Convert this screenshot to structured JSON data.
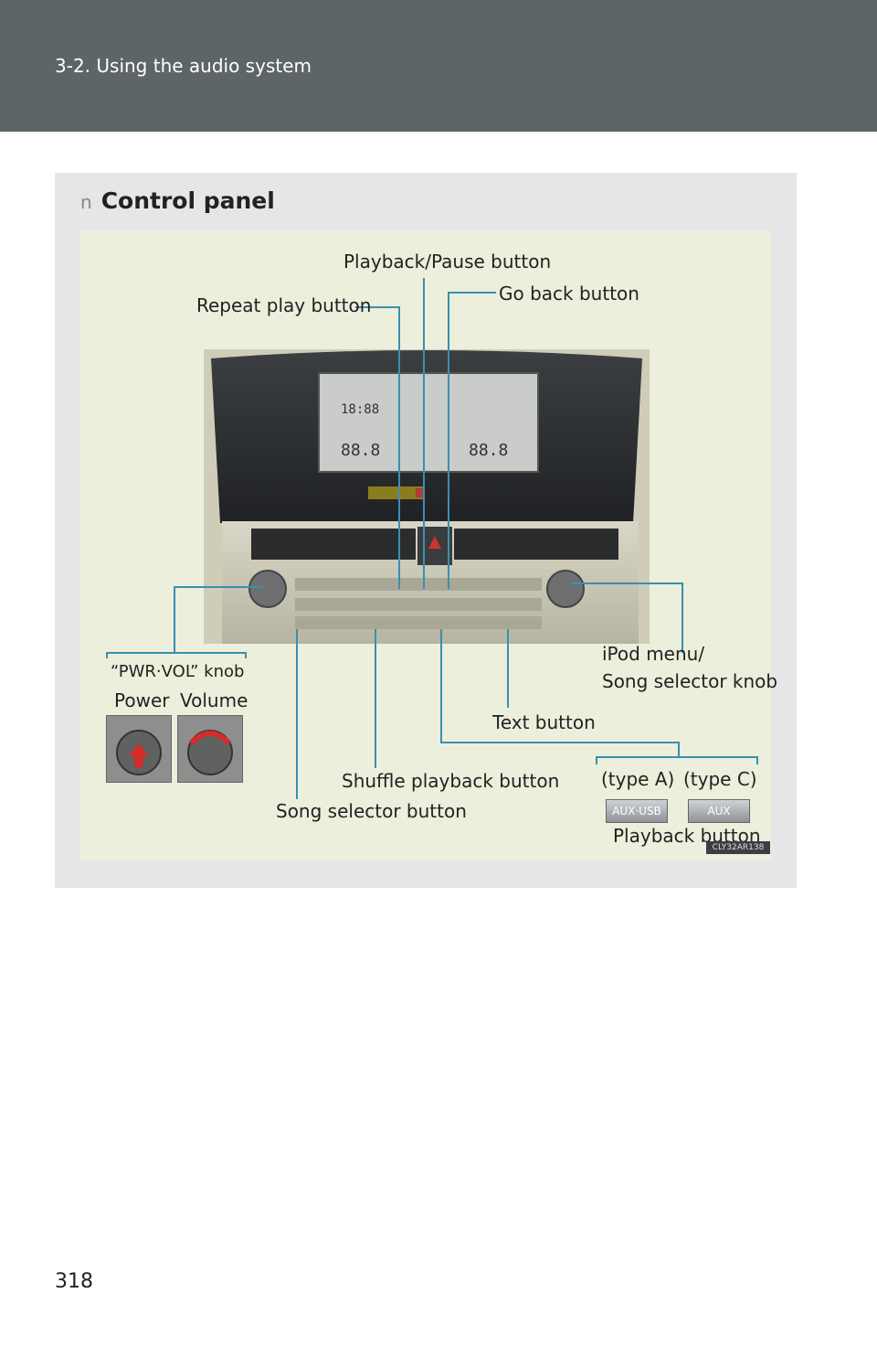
{
  "header": {
    "section_title": "3-2. Using the audio system"
  },
  "panel": {
    "bullet": "n",
    "heading": "Control panel",
    "labels": {
      "playback_pause": "Playback/Pause button",
      "repeat_play": "Repeat play button",
      "go_back": "Go back button",
      "ipod_menu_line1": "iPod menu/",
      "ipod_menu_line2": "Song selector knob",
      "pwr_vol_knob": "“PWR·VOL” knob",
      "power": "Power",
      "volume": "Volume",
      "text_button": "Text button",
      "shuffle_playback": "Shuffle playback button",
      "song_selector": "Song selector button",
      "type_a": "(type A)",
      "type_c": "(type C)",
      "playback_button": "Playback button"
    },
    "aux_usb_label": "AUX·USB",
    "aux_label": "AUX",
    "image_code": "CLY32AR138",
    "colors": {
      "header": "#5d6566",
      "panel": "#e6e6e6",
      "figure": "#ecefdb"
    }
  },
  "page_number": "318"
}
